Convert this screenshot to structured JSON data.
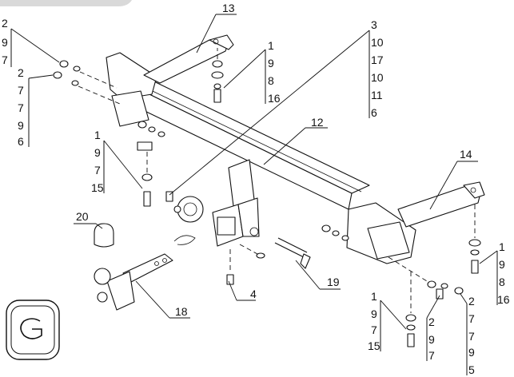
{
  "callouts": [
    {
      "id": "c13",
      "text": "13"
    },
    {
      "id": "c12",
      "text": "12"
    },
    {
      "id": "c14",
      "text": "14"
    },
    {
      "id": "c20",
      "text": "20"
    },
    {
      "id": "c4",
      "text": "4"
    },
    {
      "id": "c19",
      "text": "19"
    },
    {
      "id": "c18",
      "text": "18"
    }
  ],
  "stacks": [
    {
      "id": "s-topleft",
      "values": [
        "2",
        "9",
        "7"
      ]
    },
    {
      "id": "s-left",
      "values": [
        "2",
        "7",
        "7",
        "9",
        "6"
      ]
    },
    {
      "id": "s-topmid",
      "values": [
        "1",
        "9",
        "8",
        "16"
      ]
    },
    {
      "id": "s-topright",
      "values": [
        "3",
        "10",
        "17",
        "10",
        "11",
        "6"
      ]
    },
    {
      "id": "s-midleft",
      "values": [
        "1",
        "9",
        "7",
        "15"
      ]
    },
    {
      "id": "s-right",
      "values": [
        "1",
        "9",
        "8",
        "16"
      ]
    },
    {
      "id": "s-bottommid",
      "values": [
        "1",
        "9",
        "7",
        "15"
      ]
    },
    {
      "id": "s-bottomright1",
      "values": [
        "2",
        "9",
        "7"
      ]
    },
    {
      "id": "s-bottomright2",
      "values": [
        "2",
        "7",
        "7",
        "9",
        "5"
      ]
    }
  ],
  "colors": {
    "ink": "#111111",
    "paper": "#ffffff",
    "tab": "#d9d9d9"
  },
  "icons": [
    "brand-logo-icon"
  ]
}
